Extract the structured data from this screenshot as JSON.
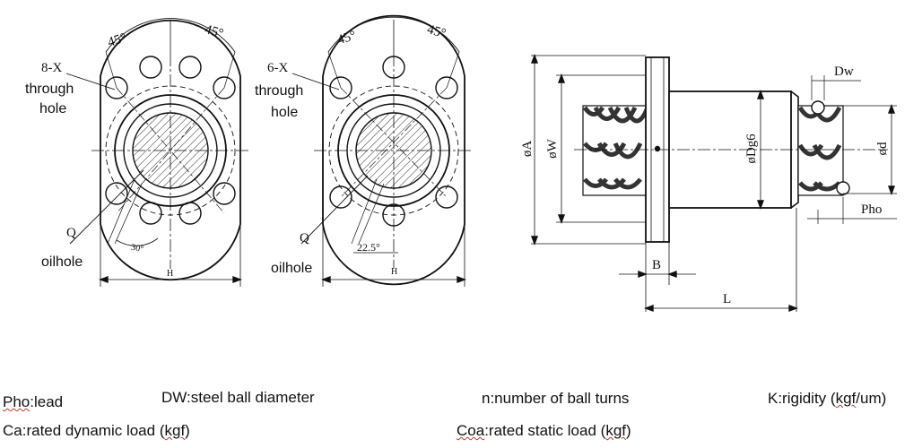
{
  "left_flange": {
    "angle_left": "45°",
    "angle_right": "45°",
    "hole_spec": "8-X",
    "through": "through",
    "hole": "hole",
    "oilhole_mark": "Q",
    "oilhole_label": "oilhole",
    "oilhole_angle": "30°",
    "width_label": "H"
  },
  "middle_flange": {
    "angle_left": "45°",
    "angle_right": "45°",
    "hole_spec": "6-X",
    "through": "through",
    "hole": "hole",
    "oilhole_mark": "Q",
    "oilhole_label": "oilhole",
    "oilhole_angle": "22.5°",
    "width_label": "H"
  },
  "side_view": {
    "dim_A": "øA",
    "dim_W": "øW",
    "dim_Dg6": "øDg6",
    "dim_d": "ød",
    "dim_Dw": "Dw",
    "dim_Pho": "Pho",
    "dim_B": "B",
    "dim_L": "L"
  },
  "legend": {
    "pho_word": "Pho",
    "pho_rest": ":lead",
    "dw": "DW:steel   ball   diameter",
    "n": "n:number  of  ball  turns",
    "k_pre": "K:rigidity    (",
    "k_word": "kgf",
    "k_post": "/um)",
    "ca_pre": "Ca:rated  dynamic  load  (",
    "ca_word": "kgf",
    "ca_post": ")",
    "coa_word": "Coa",
    "coa_mid": ":rated  static  load  (",
    "coa_word2": "kgf",
    "coa_post": ")"
  }
}
